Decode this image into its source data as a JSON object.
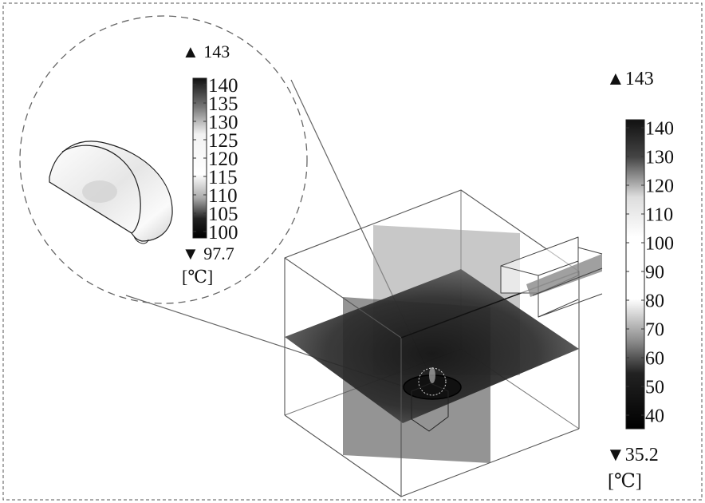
{
  "inset_legend": {
    "max_label": "▲ 143",
    "min_label": "▼ 97.7",
    "unit": "[℃]",
    "ticks": [
      "140",
      "135",
      "130",
      "125",
      "120",
      "115",
      "110",
      "105",
      "100"
    ],
    "range": [
      100,
      140
    ]
  },
  "main_legend": {
    "max_label": "▲143",
    "min_label": "▼35.2",
    "unit": "[℃]",
    "ticks": [
      "140",
      "130",
      "120",
      "110",
      "100",
      "90",
      "80",
      "70",
      "60",
      "50",
      "40"
    ],
    "range": [
      40,
      140
    ]
  },
  "colors": {
    "border": "#555555",
    "edge": "#555555",
    "slice_dark": "#1c1c1c",
    "slice_mid": "#6a6a6a"
  }
}
